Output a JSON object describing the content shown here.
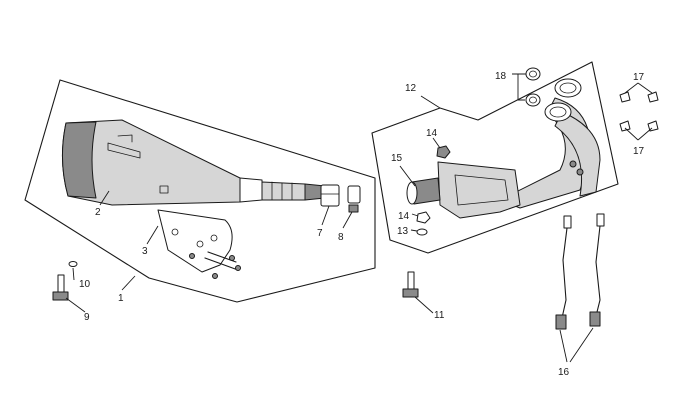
{
  "callouts": {
    "c1": "1",
    "c2": "2",
    "c3": "3",
    "c7": "7",
    "c8": "8",
    "c9": "9",
    "c10": "10",
    "c11": "11",
    "c12": "12",
    "c13": "13",
    "c14a": "14",
    "c14b": "14",
    "c15": "15",
    "c16": "16",
    "c17a": "17",
    "c17b": "17",
    "c18": "18"
  }
}
